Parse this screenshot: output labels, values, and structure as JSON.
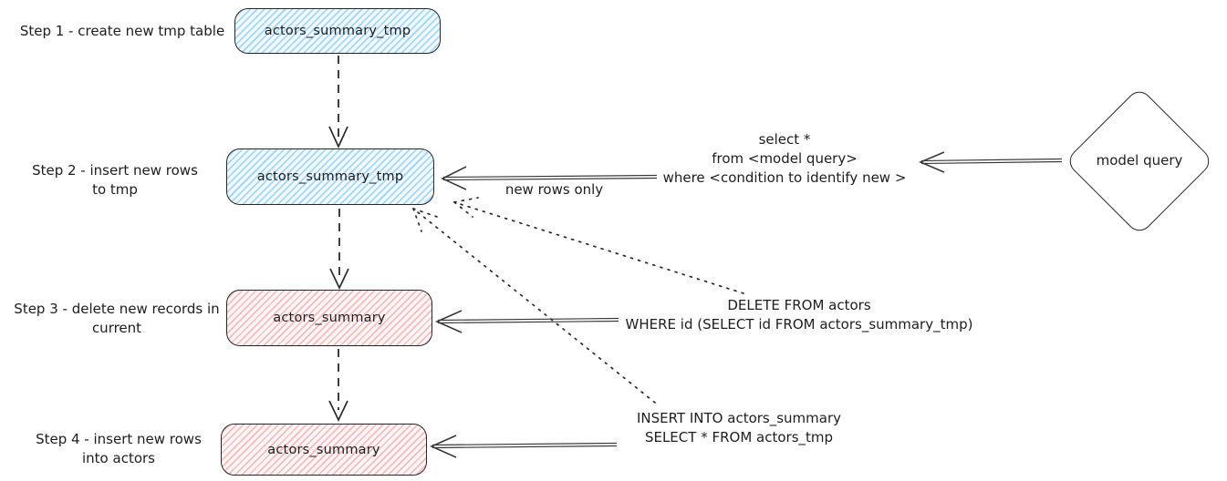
{
  "steps": [
    {
      "label_line1": "Step 1 - create new tmp table",
      "label_line2": "",
      "table": "actors_summary_tmp"
    },
    {
      "label_line1": "Step 2 - insert new rows",
      "label_line2": "to tmp",
      "table": "actors_summary_tmp"
    },
    {
      "label_line1": "Step 3 - delete new records in",
      "label_line2": "current",
      "table": "actors_summary"
    },
    {
      "label_line1": "Step 4 - insert new rows",
      "label_line2": "into actors",
      "table": "actors_summary"
    }
  ],
  "model_query": {
    "label": "model query"
  },
  "annotations": {
    "select_query_line1": "select *",
    "select_query_line2": "from <model query>",
    "select_query_line3": "where <condition to identify new >",
    "new_rows_only": "new rows only",
    "delete_query_line1": "DELETE FROM actors",
    "delete_query_line2": "WHERE id (SELECT id FROM actors_summary_tmp)",
    "insert_query_line1": "INSERT INTO actors_summary",
    "insert_query_line2": "SELECT * FROM actors_tmp"
  },
  "colors": {
    "stroke": "#1e1e1e",
    "blue_fill": "#a5d8ff",
    "red_fill": "#ffc9c9",
    "background": "#ffffff"
  }
}
